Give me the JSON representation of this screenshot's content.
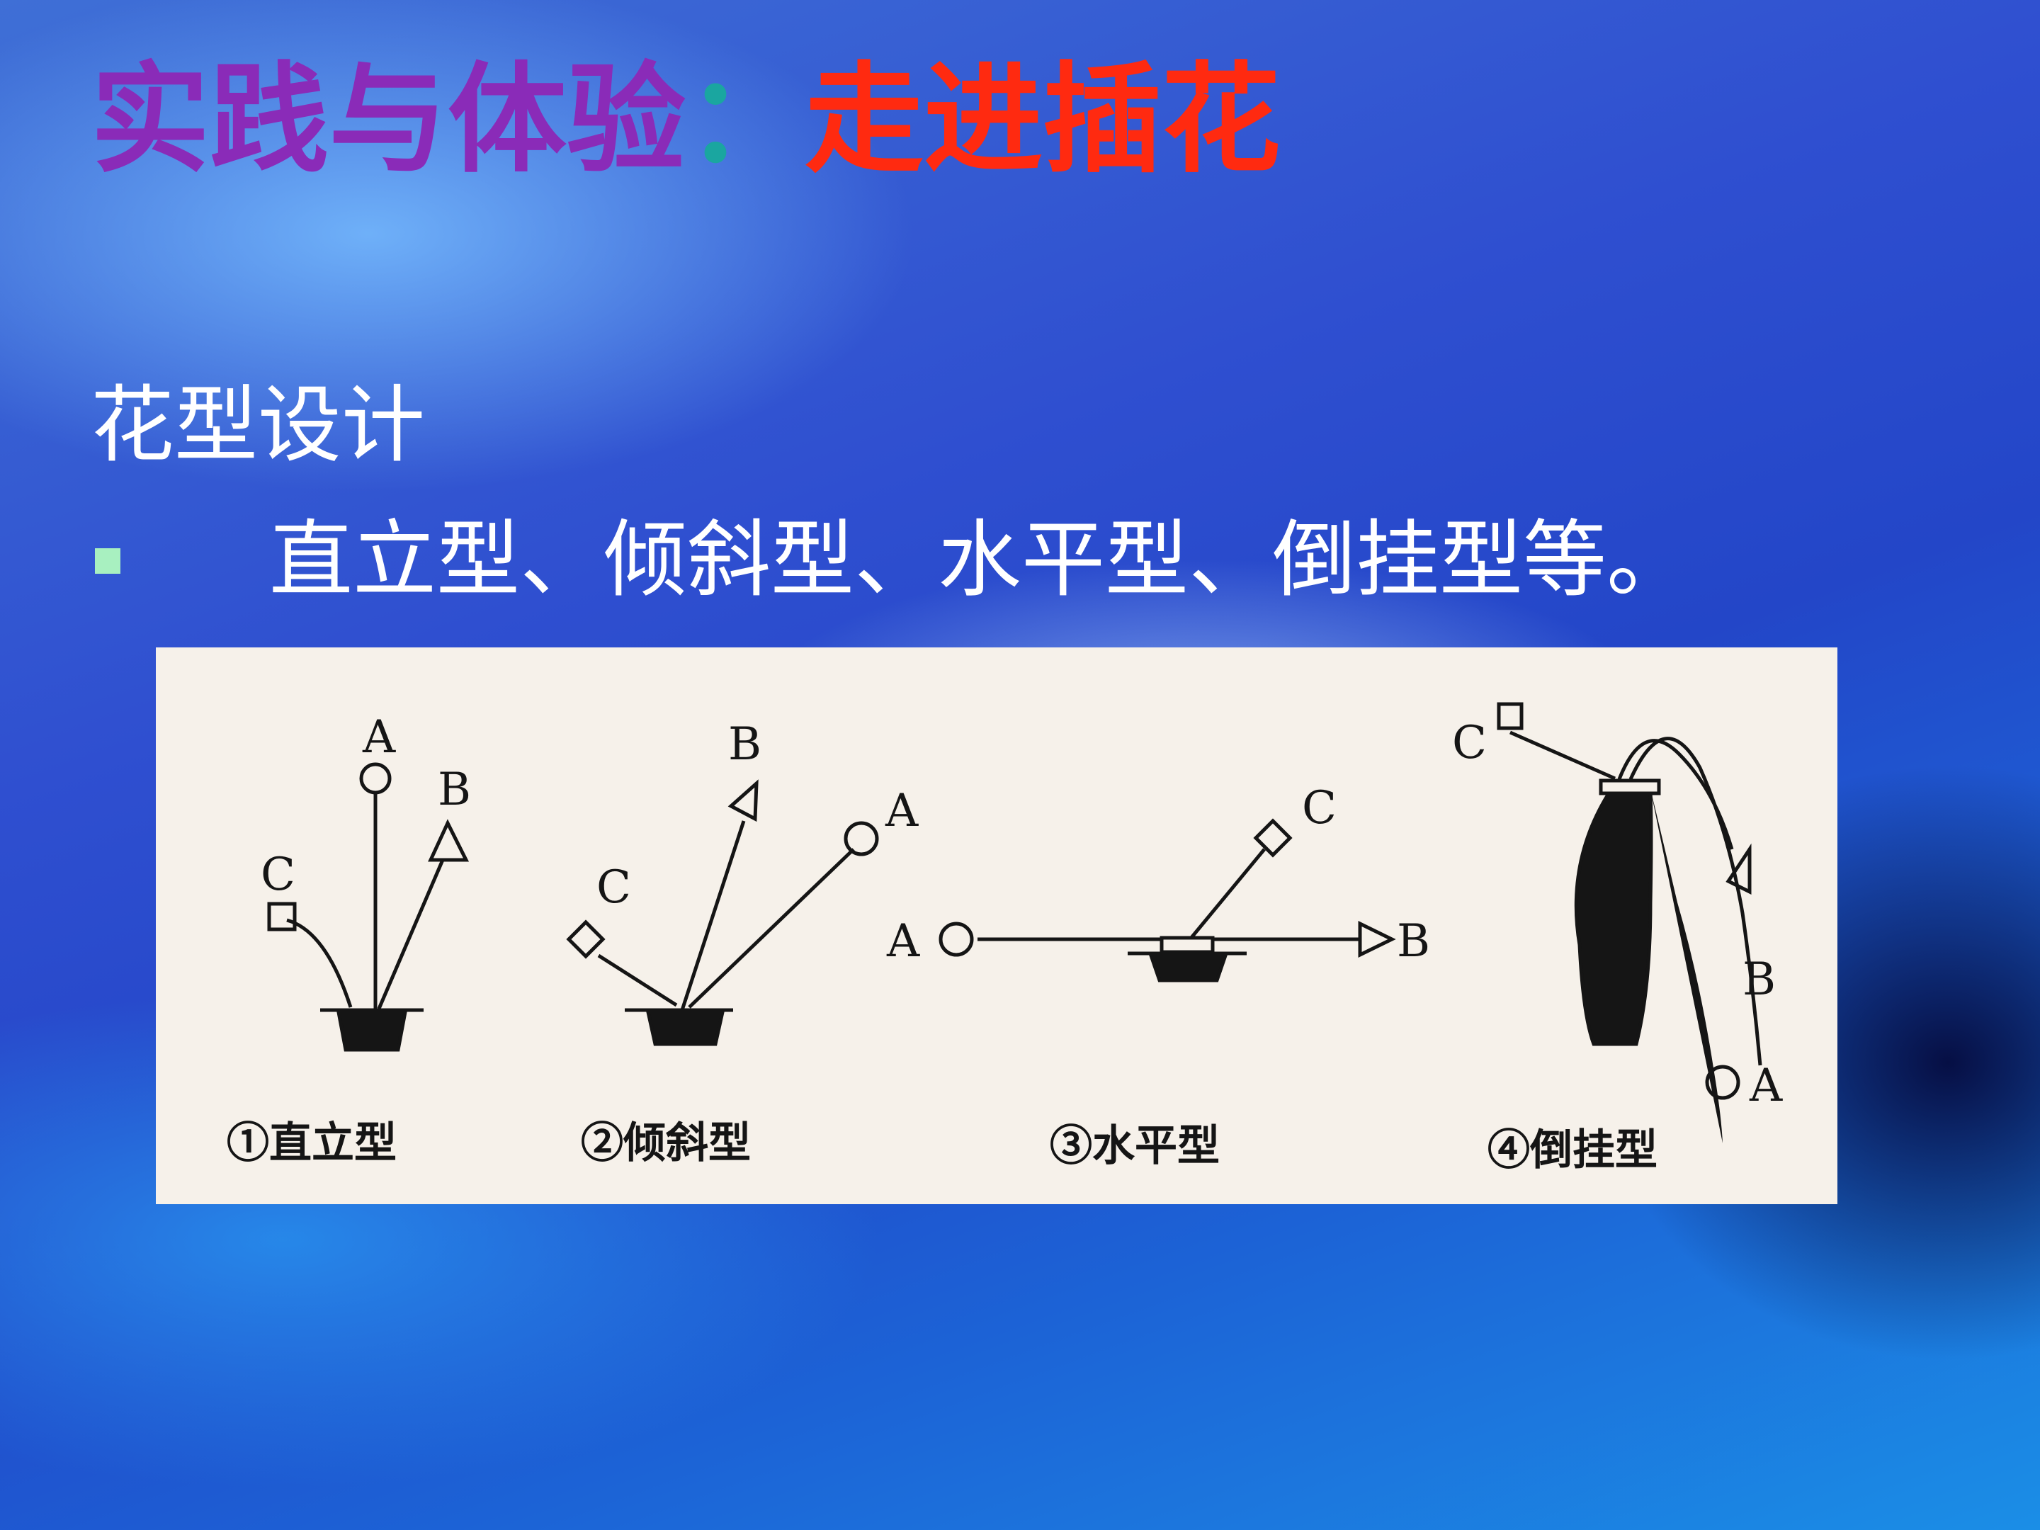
{
  "title": {
    "main": "实践与体验",
    "colon": "：",
    "accent": "走进插花"
  },
  "subheading": "花型设计",
  "bullet": {
    "text": "直立型、倾斜型、水平型、倒挂型等。"
  },
  "figure": {
    "panels": [
      {
        "caption": "①直立型",
        "labels": {
          "a": "A",
          "b": "B",
          "c": "C"
        }
      },
      {
        "caption": "②倾斜型",
        "labels": {
          "a": "A",
          "b": "B",
          "c": "C"
        }
      },
      {
        "caption": "③水平型",
        "labels": {
          "a": "A",
          "b": "B",
          "c": "C"
        }
      },
      {
        "caption": "④倒挂型",
        "labels": {
          "a": "A",
          "b": "B",
          "c": "C"
        }
      }
    ]
  },
  "colors": {
    "title_main": "#8a2bb8",
    "title_colon": "#1aa6a0",
    "title_accent": "#ff2a10",
    "bullet": "#a8f0c0"
  }
}
